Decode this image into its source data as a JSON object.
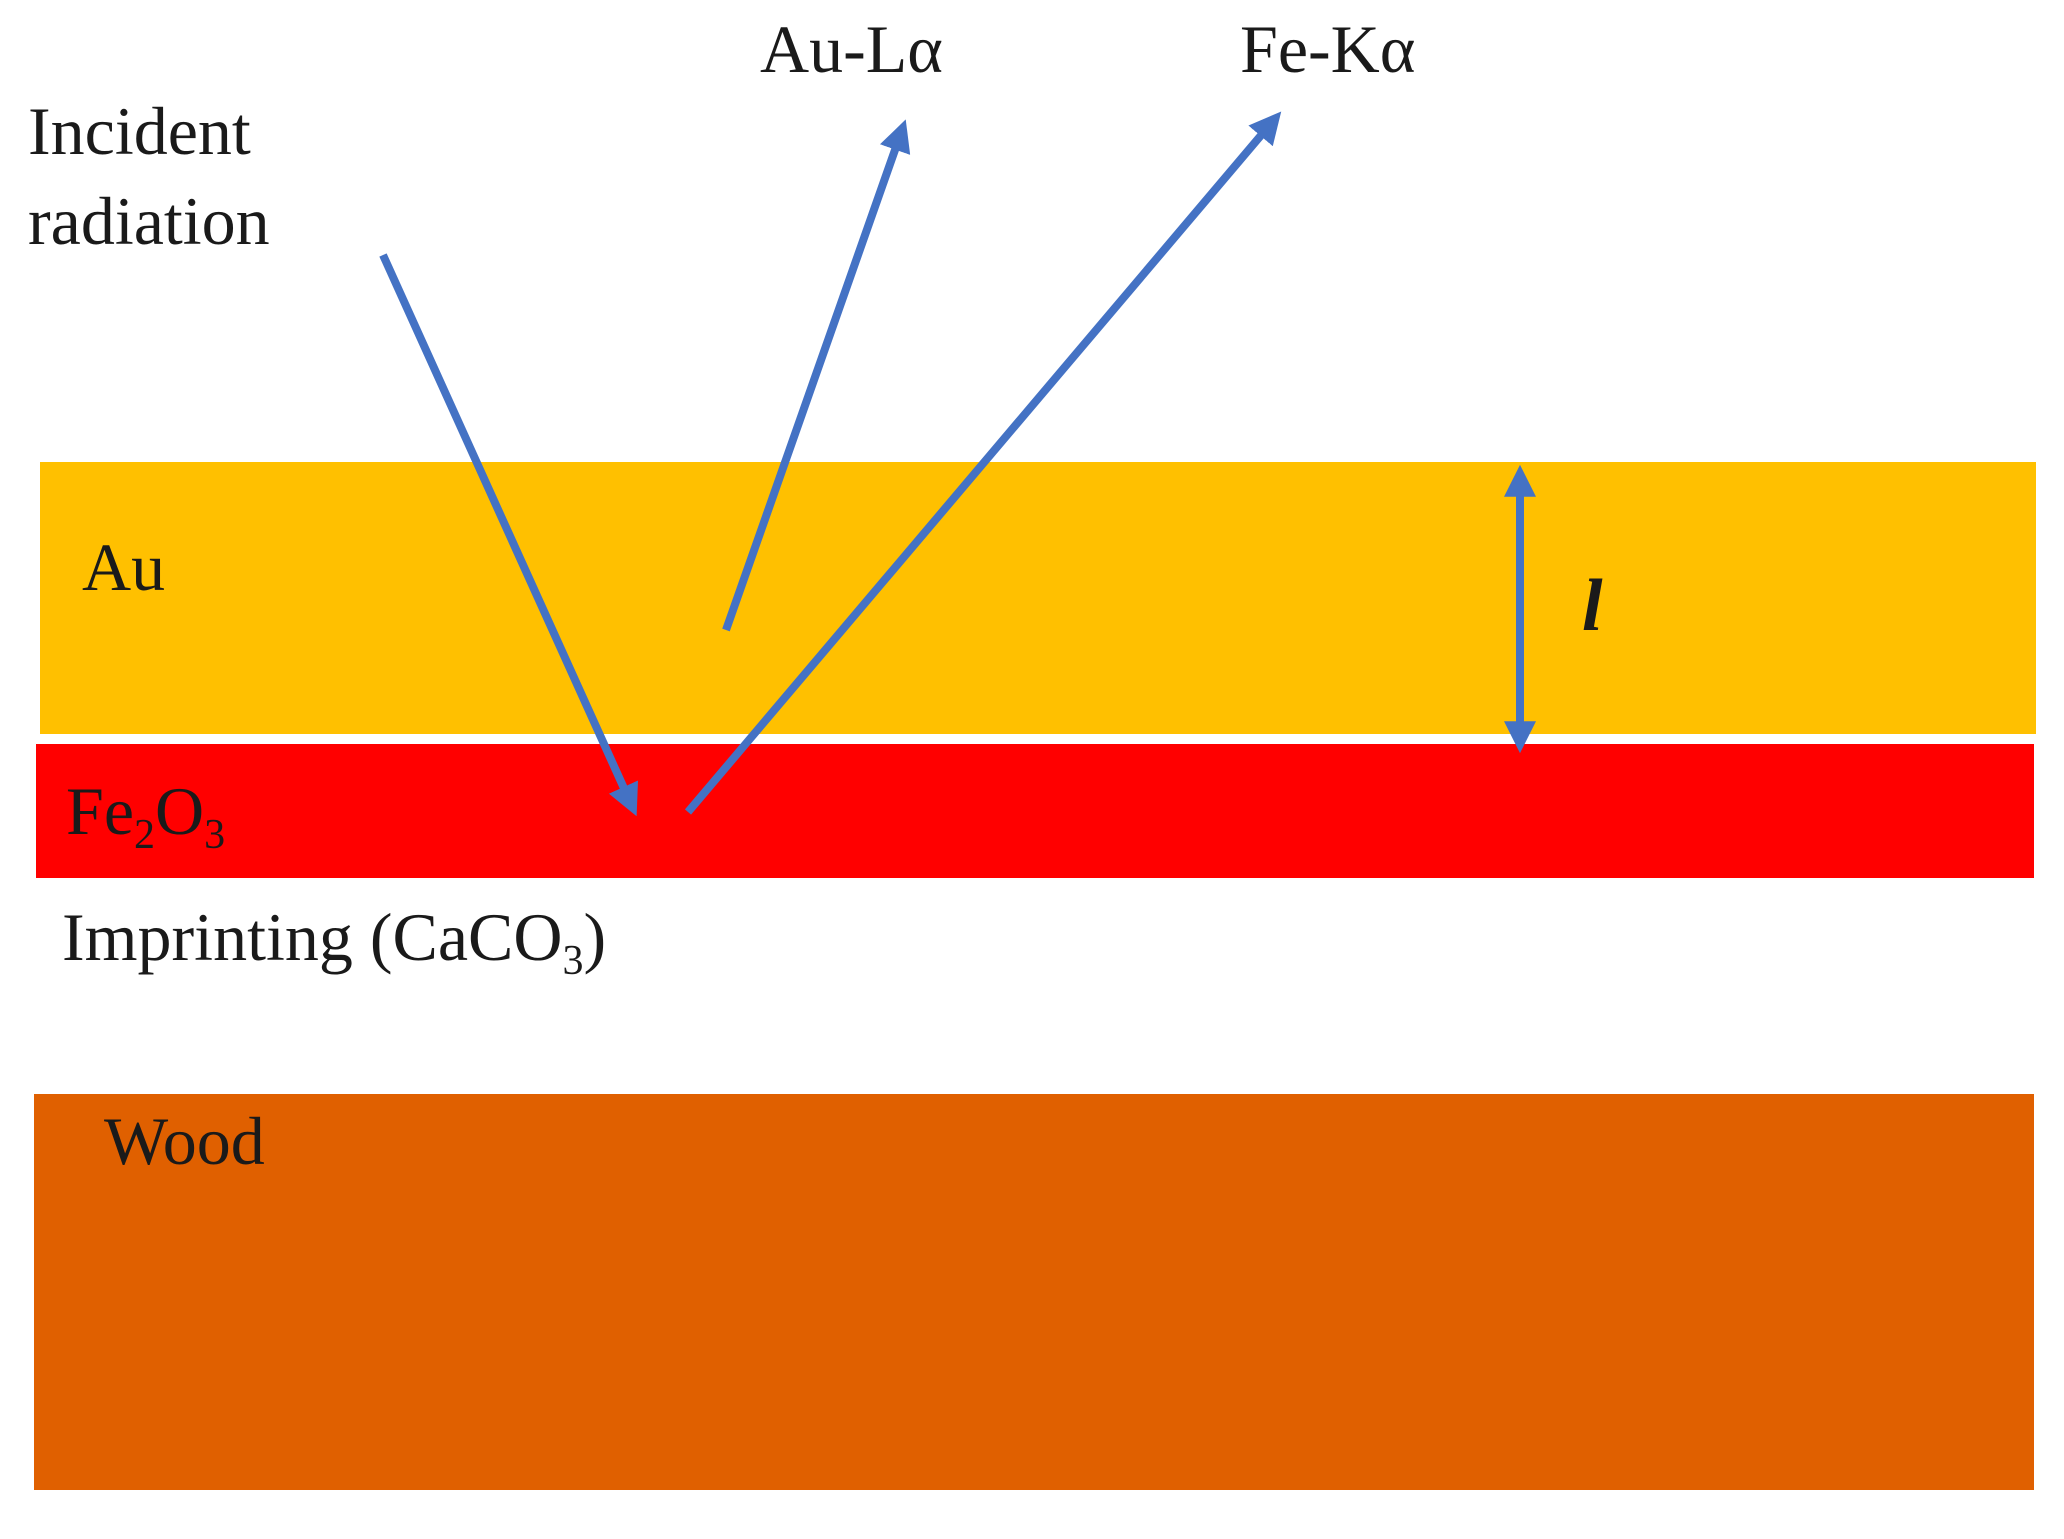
{
  "labels": {
    "incident_line1": "Incident",
    "incident_line2": "radiation",
    "au_l_alpha": "Au-Lα",
    "fe_k_alpha": "Fe-Kα",
    "thickness": "l"
  },
  "layers": [
    {
      "id": "au",
      "name": "Au",
      "color": "#FFC000"
    },
    {
      "id": "fe2o3",
      "name_main": "Fe",
      "sub1": "2",
      "name_mid": "O",
      "sub2": "3",
      "color": "#FF0000"
    },
    {
      "id": "imprinting",
      "text_main": "Imprinting (CaCO",
      "sub": "3",
      "text_end": ")"
    },
    {
      "id": "wood",
      "name": "Wood",
      "color": "#E06000"
    }
  ],
  "colors": {
    "arrow": "#4472C4",
    "arrow_edge": "#2E75B6"
  }
}
